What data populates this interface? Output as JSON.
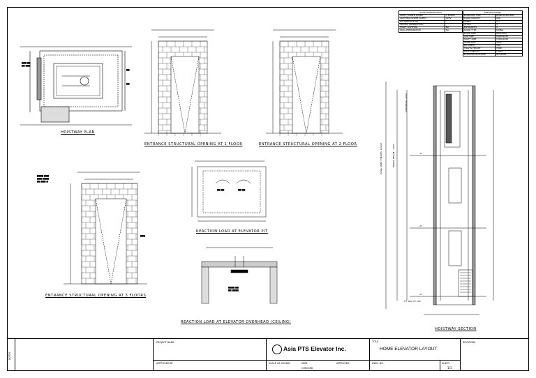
{
  "spec_left": {
    "header": "SHAFT PREPARATION",
    "rows": [
      [
        "SHAFT POWER SUPPLY",
        "3 PHASE"
      ],
      [
        "LIGHTING POWER SUPPLY",
        "220V"
      ],
      [
        "PIT PREPARATION",
        ""
      ],
      [
        "CEILING PREPARATION",
        ""
      ],
      [
        "SHAFT LIGHTING",
        "NA"
      ],
      [
        "WALL PREPARATION",
        "NA"
      ]
    ]
  },
  "spec_right": {
    "header": "SPECIFICATIONS",
    "rows": [
      [
        "ELEVATOR TYPE",
        "HOME ELEVATOR"
      ],
      [
        "LOAD CAPACITY",
        "320"
      ],
      [
        "SPEED",
        "0.4"
      ],
      [
        "STOPS",
        "3"
      ],
      [
        "ENTRANCES",
        "3"
      ],
      [
        "DOOR TYPE",
        "SWING"
      ],
      [
        "DOOR SIZE",
        "800x2000"
      ],
      [
        "CAR SIZE",
        "1000x1250"
      ],
      [
        "SHAFT SIZE",
        "1500x1450"
      ],
      [
        "OVERHEAD",
        "2800"
      ],
      [
        "PIT DEPTH",
        "350"
      ],
      [
        "TRAVEL HEIGHT",
        "7000"
      ],
      [
        "TOTAL HEIGHT",
        "10150"
      ],
      [
        "ELEVATOR POSITION",
        "INTERIOR"
      ]
    ]
  },
  "captions": {
    "hoistway_plan": "HOISTWAY PLAN",
    "opening_1": "ENTRANCE STRUCTURAL OPENING AT 1 FLOOR",
    "opening_2": "ENTRANCE STRUCTURAL OPENING AT 2 FLOOR",
    "opening_3": "ENTRANCE STRUCTURAL OPENING AT 3 FLOORS",
    "pit_load": "REACTION LOAD AT ELEVATOR PIT",
    "overhead_load": "REACTION LOAD AT ELEVATOR OVERHEAD (CEILING)",
    "hoistway_section": "HOISTWAY SECTION"
  },
  "section_labels": {
    "total_height": "TOTAL SHAFT HEIGHT 10150",
    "travel": "TRAVEL HEIGHT 7000",
    "overhead": "OVERHEAD 2800",
    "pit": "PIT DEPTH 350",
    "floor_1": "1F",
    "floor_2": "2F",
    "floor_3": "3F"
  },
  "title_block": {
    "notes": "NOTES",
    "project_name": "PROJECT NAME",
    "approved_by": "APPROVED BY",
    "company": "Asia PTS Elevator Inc.",
    "title_label": "TITLE",
    "title": "HOME ELEVATOR LAYOUT",
    "revisions": "REVISIONS",
    "drawn_by": "SCALE AS SHOWN",
    "dwg_no": "DWG. NO.",
    "date": "DATE",
    "checked": "CHECKED",
    "approved": "APPROVED",
    "sheet": "SHEET",
    "sheet_value": "1/1"
  }
}
